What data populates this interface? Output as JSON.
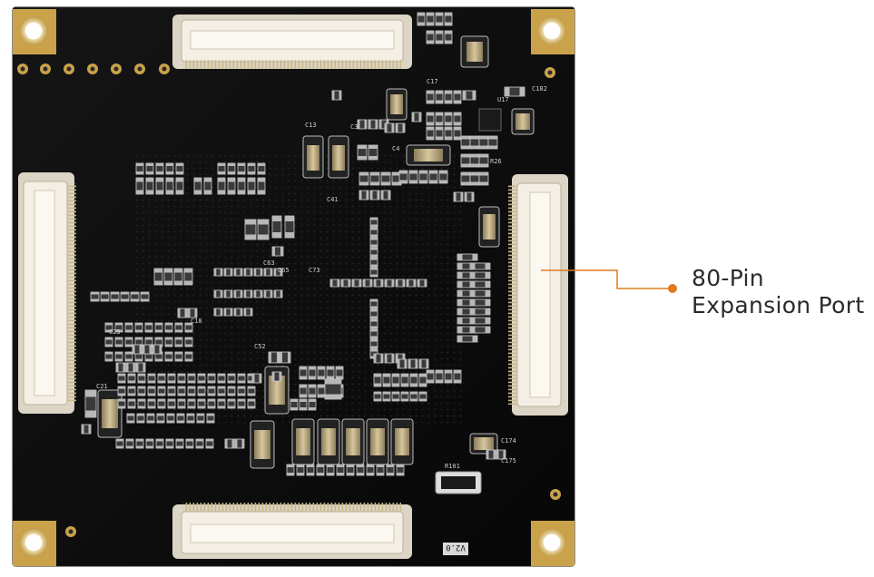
{
  "callout": {
    "line1": "80-Pin",
    "line2": "Expansion Port",
    "color": "#e07a1f"
  },
  "board": {
    "pcb_color": "#0c0c0c",
    "pad_color": "#c9a24a",
    "connector_color": "#efe9dc",
    "silk_color": "#d8d8d8",
    "revision": "V2.0",
    "silk_labels": [
      "C4",
      "C13",
      "C17",
      "C63",
      "C65",
      "R26",
      "C73",
      "C3",
      "C41",
      "C174",
      "C175",
      "R101",
      "C182",
      "U17",
      "C52",
      "C23",
      "C21",
      "C18"
    ]
  }
}
